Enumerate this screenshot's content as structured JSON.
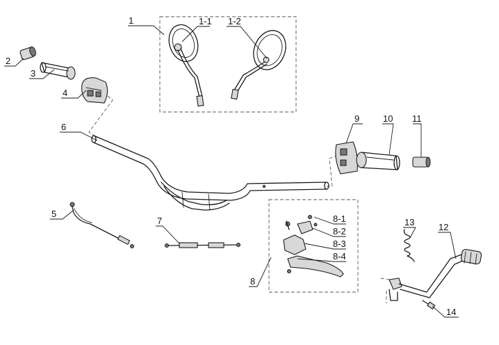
{
  "callouts": [
    {
      "id": "1",
      "text": "1"
    },
    {
      "id": "1-1",
      "text": "1-1"
    },
    {
      "id": "1-2",
      "text": "1-2"
    },
    {
      "id": "2",
      "text": "2"
    },
    {
      "id": "3",
      "text": "3"
    },
    {
      "id": "4",
      "text": "4"
    },
    {
      "id": "5",
      "text": "5"
    },
    {
      "id": "6",
      "text": "6"
    },
    {
      "id": "7",
      "text": "7"
    },
    {
      "id": "8",
      "text": "8"
    },
    {
      "id": "8-1",
      "text": "8-1"
    },
    {
      "id": "8-2",
      "text": "8-2"
    },
    {
      "id": "8-3",
      "text": "8-3"
    },
    {
      "id": "8-4",
      "text": "8-4"
    },
    {
      "id": "9",
      "text": "9"
    },
    {
      "id": "10",
      "text": "10"
    },
    {
      "id": "11",
      "text": "11"
    },
    {
      "id": "12",
      "text": "12"
    },
    {
      "id": "13",
      "text": "13"
    },
    {
      "id": "14",
      "text": "14"
    }
  ]
}
